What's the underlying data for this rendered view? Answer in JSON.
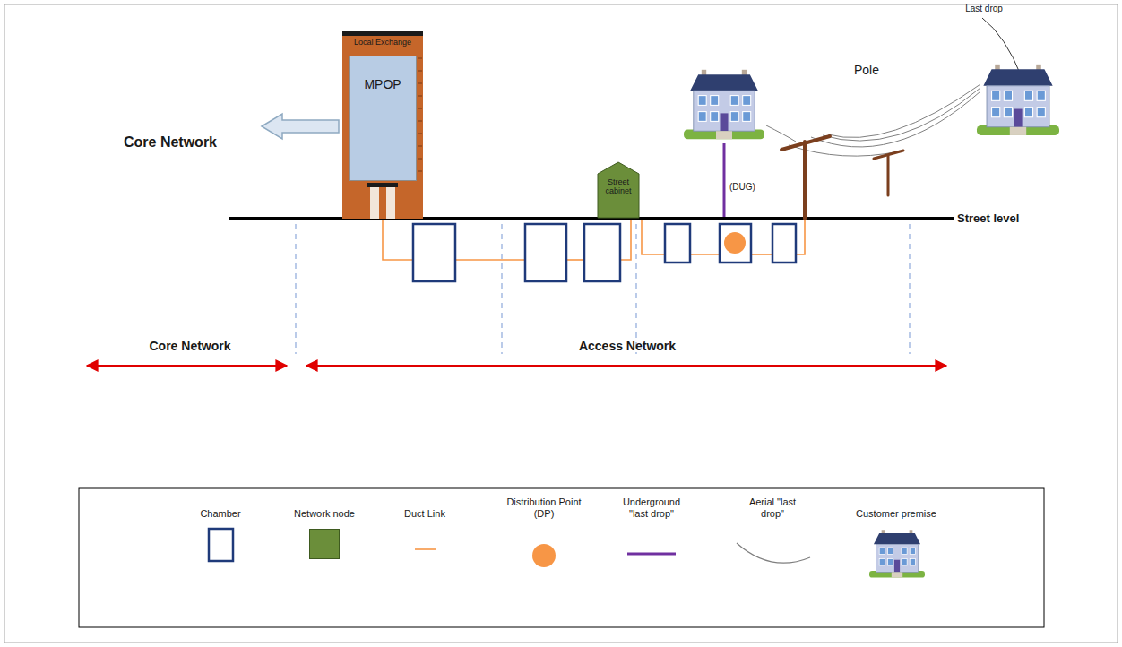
{
  "diagram": {
    "nodes": [
      {
        "text": [
          "Local Exchange"
        ]
      },
      {
        "text": [
          "MPOP"
        ],
        "in": 0
      },
      {
        "text": [
          "Street cabinet"
        ]
      }
    ],
    "labels": [
      "Core Network",
      "Street level",
      "Pole",
      "Last drop",
      "(DUG)",
      "Core Network",
      "Access Network"
    ],
    "legend": [
      {
        "text": "Chamber"
      },
      {
        "text": "Network node",
        "color": "#6b8e3a"
      },
      {
        "text": "Duct Link"
      },
      {
        "text": "Distribution Point (DP)"
      },
      {
        "text": "Underground \"last drop\""
      },
      {
        "text": "Aerial \"last drop\""
      },
      {
        "text": "Customer premise"
      }
    ]
  }
}
